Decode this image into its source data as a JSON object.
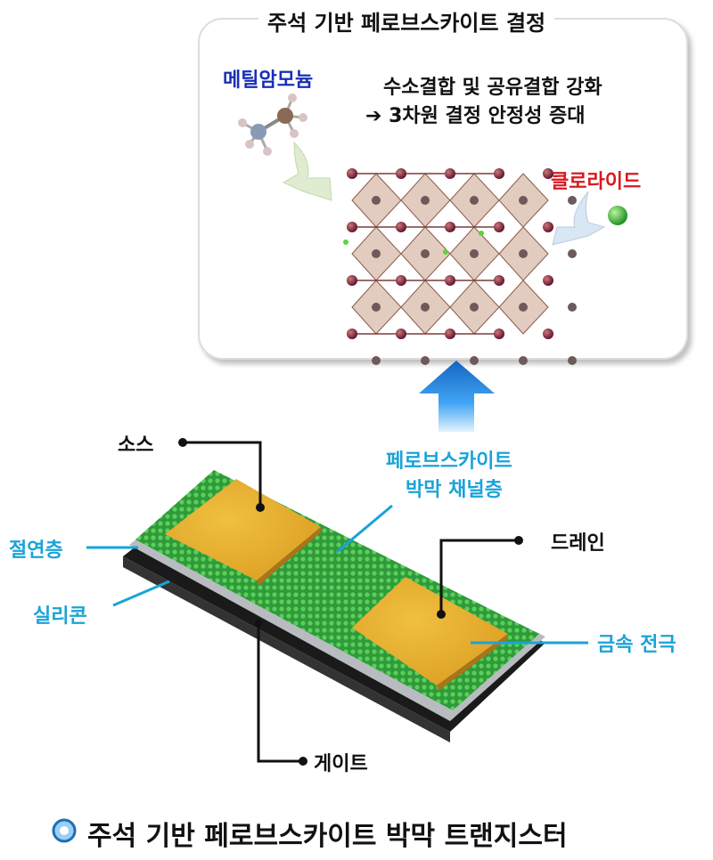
{
  "crystal_panel": {
    "title": "주석 기반 페로브스카이트 결정",
    "methylammonium_label": "메틸암모늄",
    "effect_line1": "수소결합 및 공유결합 강화",
    "effect_line2": "3차원 결정 안정성 증대",
    "chloride_label": "클로라이드"
  },
  "device": {
    "source": "소스",
    "channel_line1": "페로브스카이트",
    "channel_line2": "박막 채널층",
    "insulator": "절연층",
    "drain": "드레인",
    "silicon": "실리콘",
    "electrode": "금속 전극",
    "gate": "게이트"
  },
  "caption": "주석 기반 페로브스카이트 박막 트랜지스터",
  "colors": {
    "label_cyan": "#1aa3d9",
    "methyl_blue": "#1a2fb5",
    "chloride_red": "#d71920",
    "arrow_blue": "#1e88e5"
  }
}
